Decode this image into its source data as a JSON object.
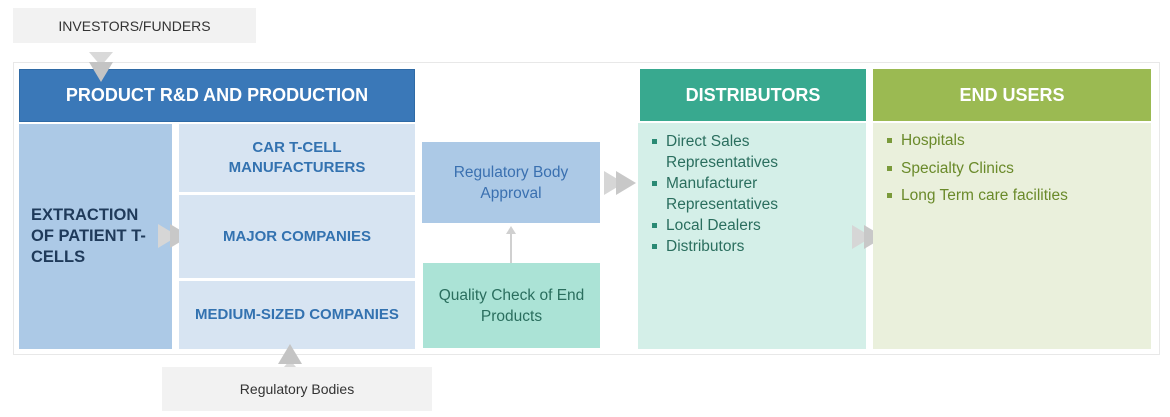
{
  "investors": {
    "label": "INVESTORS/FUNDERS"
  },
  "regulatory_bodies": {
    "label": "Regulatory Bodies"
  },
  "product_rnd": {
    "header": "PRODUCT R&D AND PRODUCTION",
    "extraction_label": "EXTRACTION OF PATIENT T-CELLS",
    "segments": [
      {
        "label": "CAR T-CELL MANUFACTURERS"
      },
      {
        "label": "MAJOR COMPANIES"
      },
      {
        "label": "MEDIUM-SIZED COMPANIES"
      }
    ]
  },
  "regulatory_approval": {
    "label": "Regulatory Body Approval"
  },
  "quality_check": {
    "label": "Quality Check of End Products"
  },
  "distributors": {
    "header": "DISTRIBUTORS",
    "items": [
      "Direct Sales Representatives",
      "Manufacturer Representatives",
      "Local Dealers",
      "Distributors"
    ]
  },
  "end_users": {
    "header": "END USERS",
    "items": [
      "Hospitals",
      "Specialty Clinics",
      "Long Term care facilities"
    ]
  },
  "colors": {
    "rnd_header": "#3a78b8",
    "distributors_header": "#38a98f",
    "end_users_header": "#9bba52",
    "arrow": "#cfcfcf"
  },
  "icons": {
    "flow_arrow": "double-chevron-arrow",
    "connector_arrow": "thin-up-arrow"
  }
}
